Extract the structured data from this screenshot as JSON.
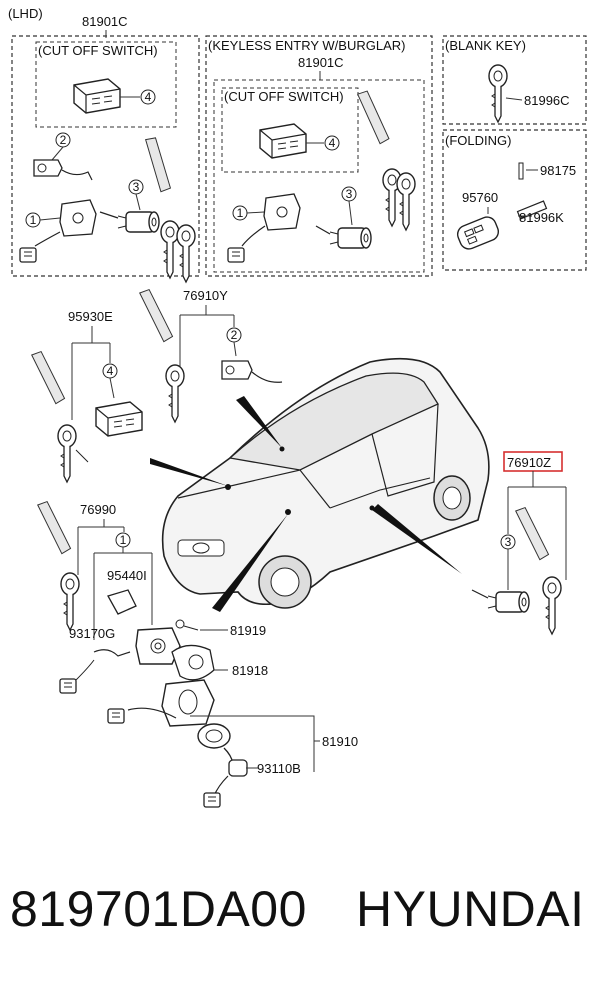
{
  "header": {
    "region": "(LHD)"
  },
  "panels": {
    "left": {
      "part": "81901C",
      "sub_title": "(CUT OFF SWITCH)"
    },
    "middle": {
      "title": "(KEYLESS ENTRY W/BURGLAR)",
      "part": "81901C",
      "sub_title": "(CUT OFF SWITCH)"
    },
    "blank_key": {
      "title": "(BLANK KEY)",
      "part": "81996C"
    },
    "folding": {
      "title": "(FOLDING)",
      "parts": [
        "98175",
        "95760",
        "81996K"
      ]
    }
  },
  "callouts": [
    "1",
    "2",
    "3",
    "4"
  ],
  "labels": {
    "p95930e": "95930E",
    "p76910y": "76910Y",
    "p76910z": "76910Z",
    "p76990": "76990",
    "p95440i": "95440I",
    "p93170g": "93170G",
    "p81919": "81919",
    "p81918": "81918",
    "p81910": "81910",
    "p93110b": "93110B"
  },
  "highlight_color": "#d63030",
  "footer": {
    "part_number": "819701DA00",
    "brand": "HYUNDAI"
  }
}
